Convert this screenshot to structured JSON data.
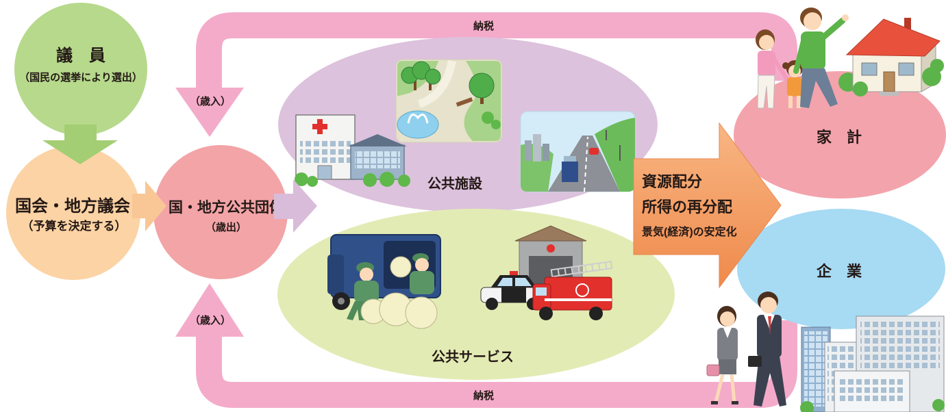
{
  "diagram": {
    "councillor": {
      "title": "議　員",
      "subtitle": "（国民の選挙により選出）"
    },
    "assembly": {
      "title": "国会・地方議会",
      "subtitle": "（予算を決定する）"
    },
    "government": {
      "title": "国・地方公共団体",
      "subtitle": "（歳出）"
    },
    "tax_flow_top": {
      "label": "納税",
      "revenue": "（歳入）"
    },
    "tax_flow_bottom": {
      "label": "納税",
      "revenue": "（歳入）"
    },
    "public_facilities": {
      "label": "公共施設"
    },
    "public_services": {
      "label": "公共サービス"
    },
    "fiscal_functions": [
      "資源配分",
      "所得の再分配",
      "景気(経済)の安定化"
    ],
    "households": {
      "label": "家　計"
    },
    "companies": {
      "label": "企　業"
    }
  },
  "illustrations": [
    "hospital-icon",
    "park-icon",
    "highway-icon",
    "garbage-collection-icon",
    "fire-station-icon",
    "police-car-icon",
    "fire-truck-icon",
    "family-icon",
    "house-icon",
    "business-people-icon",
    "office-buildings-icon"
  ],
  "colors": {
    "councillor": "#b6d98c",
    "councillor_arrow": "#a4ce74",
    "assembly": "#fcd3a4",
    "assembly_arrow": "#f9c796",
    "government": "#f2a4a7",
    "government_arrow": "#d9bcd9",
    "public_facilities": "#dcc2dd",
    "public_services": "#e2ebb4",
    "tax_flow": "#f4abca",
    "functions_arrow_top": "#f8b683",
    "functions_arrow_bottom": "#ef8a4c",
    "households": "#f3a3ac",
    "companies": "#a7daf3"
  }
}
